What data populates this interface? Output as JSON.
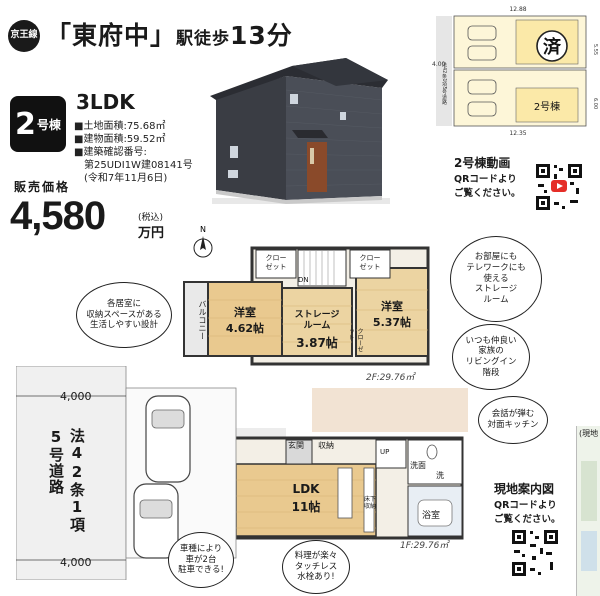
{
  "header": {
    "line_badge": "京王線",
    "station": "「東府中」",
    "walk_prefix": "駅徒歩",
    "walk_minutes": "13分"
  },
  "unit": {
    "number": "2",
    "label": "号棟",
    "layout": "3LDK",
    "land_area": "■土地面積:75.68㎡",
    "building_area": "■建物面積:59.52㎡",
    "permit_title": "■建築確認番号:",
    "permit_no": "第25UDI1W建08141号",
    "permit_date": "(令和7年11月6日)"
  },
  "price": {
    "label": "販売価格",
    "amount": "4,580",
    "tax": "(税込)",
    "unit": "万円"
  },
  "site_plan": {
    "dim_top": "12.88",
    "dim_left": "4.00",
    "dim_bottom": "12.35",
    "road_label": "法42条1項5号道路",
    "sold_mark": "済",
    "unit_label": "2号棟",
    "right_dim_top": "5.55",
    "right_dim_bottom": "6.00"
  },
  "video": {
    "title": "2号棟動画",
    "line1": "QRコードより",
    "line2": "ご覧ください。"
  },
  "map": {
    "title": "現地案内図",
    "line1": "QRコードより",
    "line2": "ご覧ください。",
    "edge": "(現地"
  },
  "floor2": {
    "closet_left": "クロー\nゼット",
    "closet_right": "クロー\nゼット",
    "dn": "DN",
    "room_west": "洋室",
    "room_west_size": "4.62帖",
    "storage": "ストレージ\nルーム",
    "storage_size": "3.87帖",
    "room_east": "洋室",
    "room_east_size": "5.37帖",
    "balcony": "バルコニー",
    "closet_small": "クローゼット",
    "caption": "2F:29.76㎡"
  },
  "floor1": {
    "genkan": "玄関",
    "storage": "収納",
    "up": "UP",
    "ldk": "LDK",
    "ldk_size": "11帖",
    "wash": "洗面",
    "wash_machine": "洗",
    "bath": "浴室",
    "kitchen_storage": "床下\n収納",
    "caption": "1F:29.76㎡"
  },
  "road": {
    "width_top": "4,000",
    "width_bottom": "4,000",
    "label": "法42条1項5号道路"
  },
  "bubbles": {
    "storage_space": "各居室に\n収納スペースがある\n生活しやすい設計",
    "telework": "お部屋にも\nテレワークにも\n使える\nストレージ\nルーム",
    "living_stairs": "いつも仲良い\n家族の\nリビングイン\n階段",
    "kitchen": "会話が弾む\n対面キッチン",
    "parking": "車種により\n車が2台\n駐車できる!",
    "touchless": "料理が楽々\nタッチレス\n水栓あり!"
  },
  "compass": "N"
}
